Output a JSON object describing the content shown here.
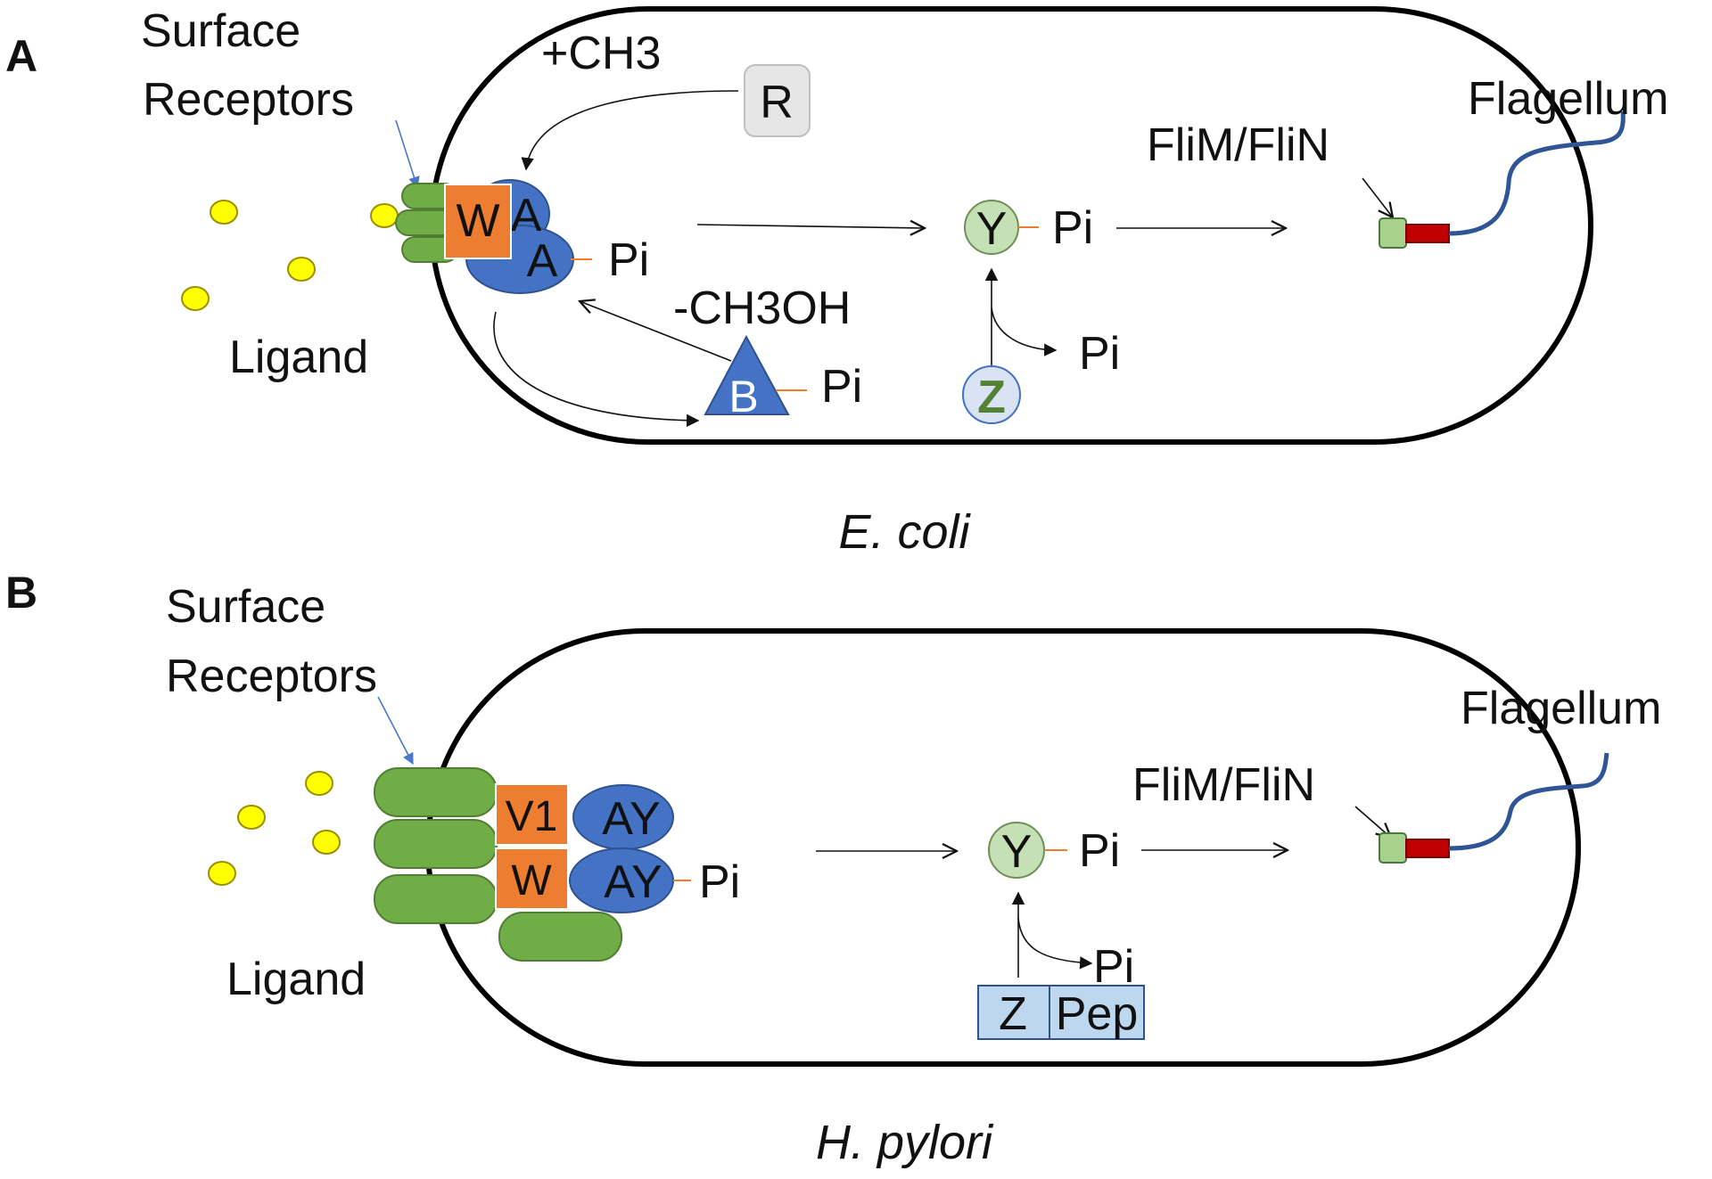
{
  "panels": {
    "a": {
      "letter": "A",
      "organism": "E. coli",
      "surface_receptors_line1": "Surface",
      "surface_receptors_line2": "Receptors",
      "ligand": "Ligand",
      "methylation": "+CH3",
      "demethylation": "-CH3OH",
      "cheR": "R",
      "cheW": "W",
      "cheA_top": "A",
      "cheA_bottom": "A",
      "cheA_pi": "Pi",
      "cheB": "B",
      "cheB_pi": "Pi",
      "cheY": "Y",
      "cheY_pi": "Pi",
      "cheZ": "Z",
      "cheZ_pi": "Pi",
      "motor_label": "FliM/FliN",
      "flagellum": "Flagellum"
    },
    "b": {
      "letter": "B",
      "organism": "H. pylori",
      "surface_receptors_line1": "Surface",
      "surface_receptors_line2": "Receptors",
      "ligand": "Ligand",
      "cheV1": "V1",
      "cheW": "W",
      "cheAY_top": "AY",
      "cheAY_bottom": "AY",
      "cheAY_pi": "Pi",
      "cheY": "Y",
      "cheY_pi": "Pi",
      "cheZ": "Z",
      "pep": "Pep",
      "cheZ_pi": "Pi",
      "motor_label": "FliM/FliN",
      "flagellum": "Flagellum"
    }
  },
  "colors": {
    "receptor": "#70ad47",
    "ligand": "#ffff00",
    "cheW": "#ed7d31",
    "cheA": "#4472c4",
    "cheY": "#c5e0b4",
    "cheZ_ecoli": "#dae3f3",
    "cheZ_text": "#548235",
    "cheR": "#e7e6e6",
    "cheZ_pep": "#bdd7ee",
    "motor_green": "#a9d18e",
    "motor_red": "#c00000",
    "flagellum": "#2f5597"
  }
}
